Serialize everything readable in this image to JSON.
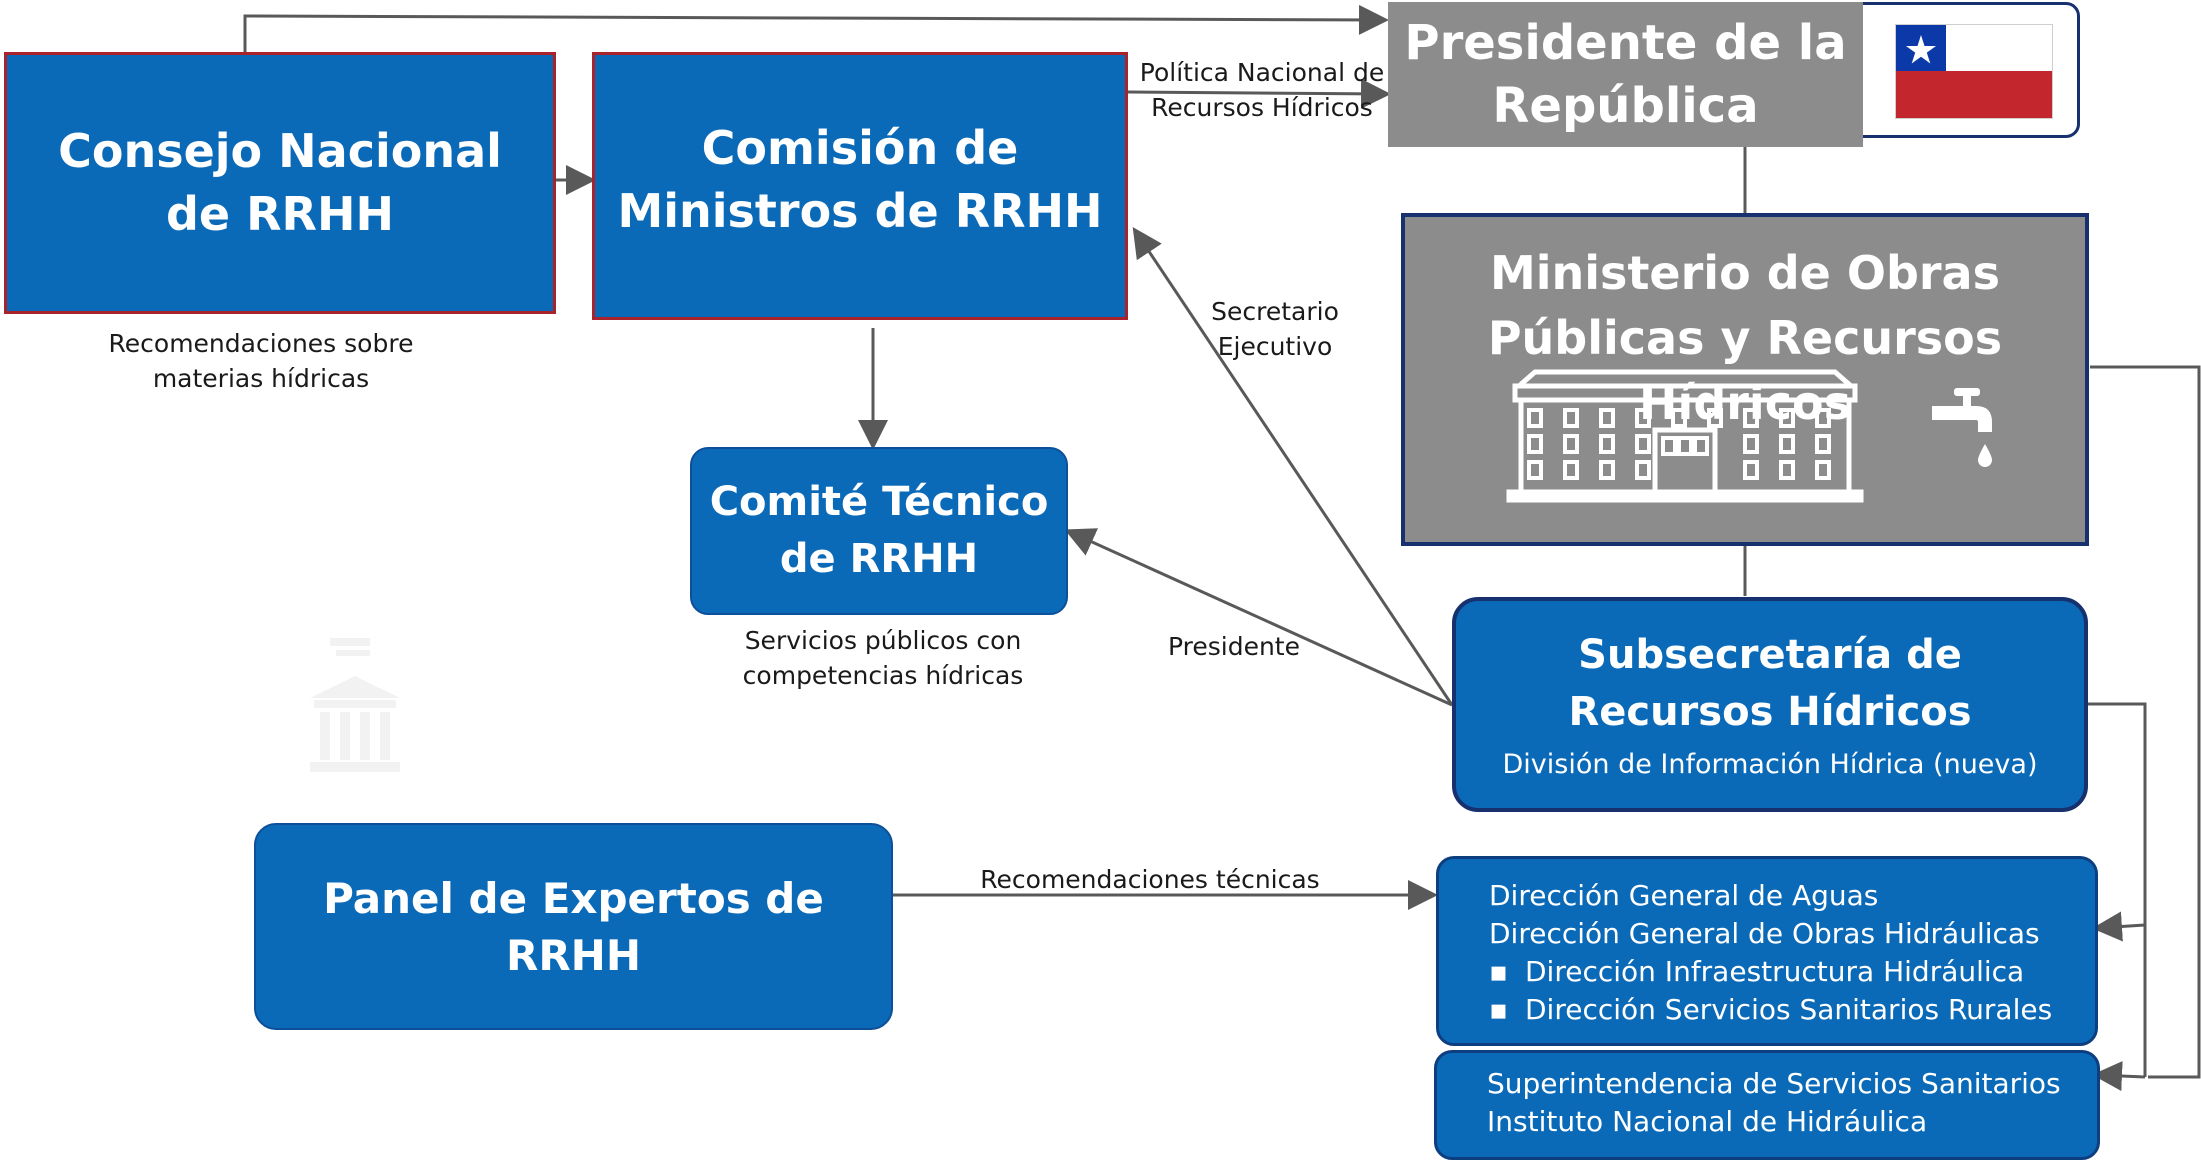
{
  "presidente": {
    "line1": "Presidente de la",
    "line2": "República"
  },
  "consejo": {
    "line1": "Consejo Nacional",
    "line2": "de RRHH",
    "caption1": "Recomendaciones sobre",
    "caption2": "materias hídricas"
  },
  "comision": {
    "line1": "Comisión de",
    "line2": "Ministros de RRHH"
  },
  "politica": {
    "line1": "Política Nacional de",
    "line2": "Recursos Hídricos"
  },
  "ministerio": {
    "line1": "Ministerio de Obras",
    "line2": "Públicas y Recursos Hídricos"
  },
  "comite": {
    "line1": "Comité Técnico",
    "line2": "de RRHH",
    "caption1": "Servicios públicos con",
    "caption2": "competencias hídricas"
  },
  "secretario": {
    "line1": "Secretario",
    "line2": "Ejecutivo"
  },
  "presidente_edge": "Presidente",
  "subsecretaria": {
    "line1": "Subsecretaría  de",
    "line2": "Recursos Hídricos",
    "line3": "División de Información Hídrica (nueva)"
  },
  "panel": {
    "label": "Panel de Expertos de RRHH"
  },
  "recomendaciones_tecnicas": "Recomendaciones técnicas",
  "direcciones": {
    "items": [
      "Dirección General de Aguas",
      "Dirección General de Obras Hidráulicas"
    ],
    "bullets": [
      "Dirección Infraestructura Hidráulica",
      "Dirección Servicios Sanitarios Rurales"
    ]
  },
  "superintendencia": {
    "items": [
      "Superintendencia de Servicios Sanitarios",
      "Instituto Nacional de Hidráulica"
    ]
  },
  "colors": {
    "blue": "#0a6ab8",
    "grey": "#8c8c8c",
    "red_border": "#a8232b",
    "navy": "#17306e",
    "line": "#595959"
  },
  "icons": [
    "chile-flag-icon",
    "government-building-icon",
    "water-faucet-icon",
    "faint-institution-icon"
  ]
}
